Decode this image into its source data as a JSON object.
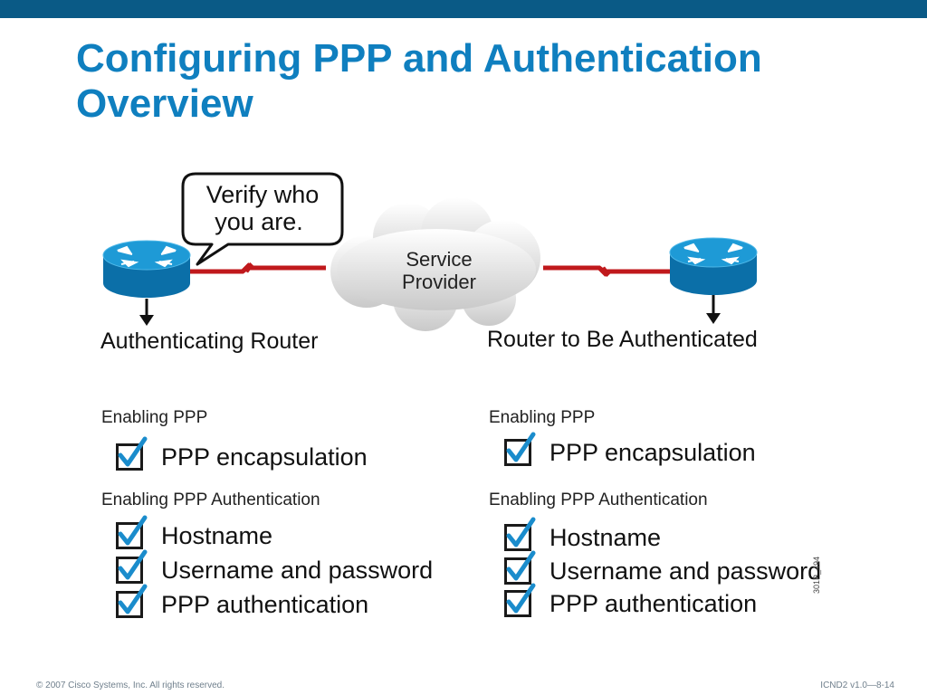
{
  "title": {
    "line1": "Configuring PPP and Authentication",
    "line2": "Overview"
  },
  "diagram": {
    "speech_bubble": {
      "line1": "Verify who",
      "line2": "you are."
    },
    "cloud": {
      "line1": "Service",
      "line2": "Provider"
    },
    "left_router_caption": "Authenticating Router",
    "right_router_caption": "Router to Be Authenticated",
    "link_color": "#c0191c",
    "router_color": "#1a8ccc"
  },
  "left_column": {
    "section1": "Enabling PPP",
    "items1": [
      "PPP encapsulation"
    ],
    "section2": "Enabling PPP Authentication",
    "items2": [
      "Hostname",
      "Username and password",
      "PPP authentication"
    ]
  },
  "right_column": {
    "section1": "Enabling PPP",
    "items1": [
      "PPP encapsulation"
    ],
    "section2": "Enabling PPP Authentication",
    "items2": [
      "Hostname",
      "Username and password",
      "PPP authentication"
    ]
  },
  "side_code": "301P_494",
  "footer": {
    "copyright": "© 2007 Cisco Systems, Inc. All rights reserved.",
    "course": "ICND2 v1.0—8-14"
  }
}
